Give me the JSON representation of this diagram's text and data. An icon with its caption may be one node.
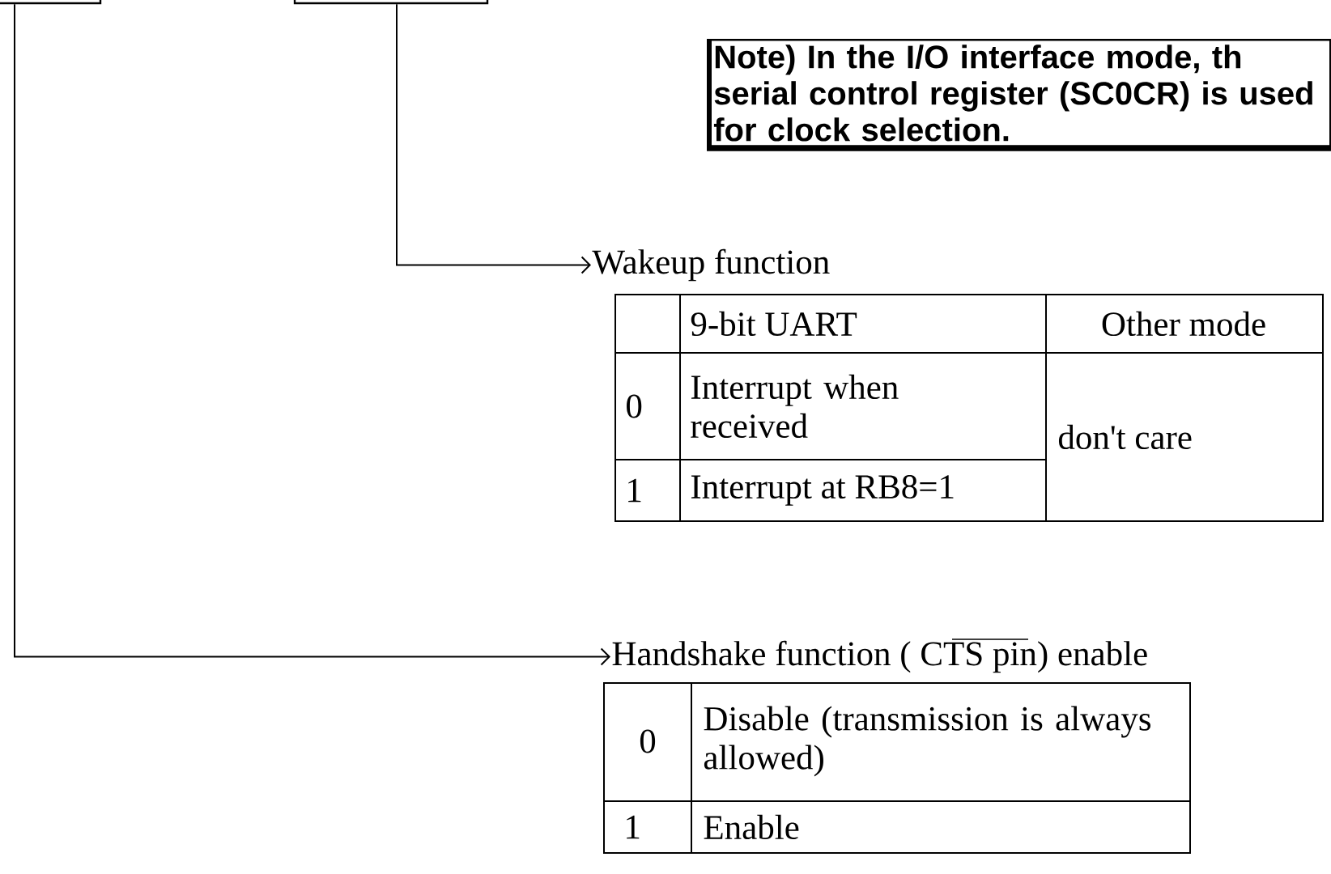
{
  "diagram": {
    "nodes": [
      {
        "text": [],
        "shape": "box"
      },
      {
        "text": [],
        "shape": "box"
      },
      {
        "text": [
          "Note) In the I/O interface mode, th serial control register (SC0CR) is used for clock selection."
        ]
      },
      {
        "text": [
          "Wakeup function"
        ]
      },
      {
        "text": [
          "Handshake function ( CTS pin) enable"
        ]
      }
    ],
    "edges": [
      {
        "from": 1,
        "to": 3,
        "arrow": "to"
      },
      {
        "from": 0,
        "to": 4,
        "arrow": "to"
      }
    ],
    "labels": [
      "9-bit UART",
      "Other mode",
      "0",
      "Interrupt when received",
      "don't care",
      "1",
      "Interrupt at RB8=1",
      "0",
      "Disable (transmission is always allowed)",
      "1",
      "Enable"
    ]
  }
}
